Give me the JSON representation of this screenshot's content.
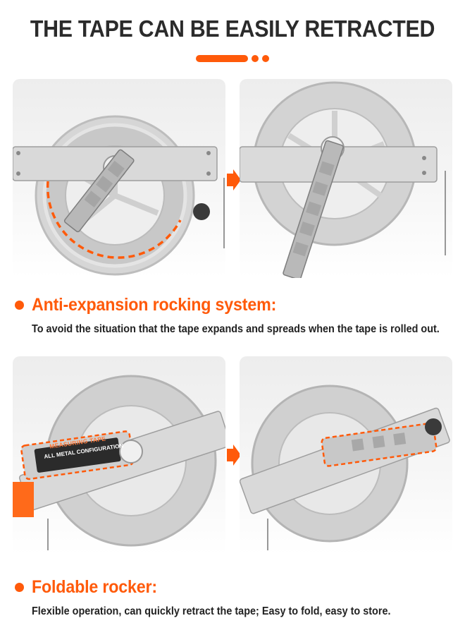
{
  "header": {
    "title": "THE TAPE CAN BE EASILY RETRACTED"
  },
  "features": [
    {
      "title": "Anti-expansion rocking system:",
      "description": "To avoid the situation that the tape expands and spreads when the tape is rolled out."
    },
    {
      "title": "Foldable rocker:",
      "description": "Flexible operation, can quickly retract the tape; Easy to fold, easy to store."
    }
  ],
  "label_plate": {
    "line1": "MEASURING TAPE",
    "line2": "ALL METAL CONFIGURATION"
  },
  "colors": {
    "accent": "#ff5a0a",
    "headline": "#2b2b2b",
    "body_text": "#222222"
  },
  "icons": {
    "step_arrow": "arrow-right-icon",
    "bullet": "orange-dot"
  }
}
